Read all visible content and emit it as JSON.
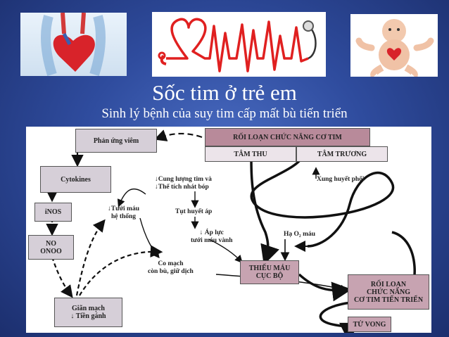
{
  "title": "Sốc tim ở trẻ em",
  "subtitle": "Sinh lý bệnh của suy tim cấp mất bù tiến triển",
  "images": {
    "left": "heart-anatomy-illustration",
    "center": "stethoscope-heartbeat-ecg",
    "right": "infant-with-heart-illustration"
  },
  "colors": {
    "background": "#2f4c9e",
    "box_light": "#d6cfd8",
    "box_dark": "#b88a9a",
    "ecg_red": "#e02020"
  },
  "diagram": {
    "phan_ung_viem": "Phản ứng viêm",
    "cytokines": "Cytokines",
    "inos": "iNOS",
    "no": "NO",
    "onoo": "ONOO",
    "gian_mach": "Giãn mạch",
    "tien_ganh": "↓ Tiền gánh",
    "roi_loan_co_tim": "RỐI LOẠN CHỨC NĂNG CƠ TIM",
    "tam_thu": "TÂM THU",
    "tam_truong": "TÂM TRƯƠNG",
    "cung_luong_1": "↓Cung lượng tim và",
    "cung_luong_2": "↓Thể tích nhát bóp",
    "tuoi_mau_1": "↓Tưới máu",
    "tuoi_mau_2": "hệ thống",
    "tut_huyet_ap": "Tụt huyết áp",
    "ap_luc_1": "↓ Áp lực",
    "ap_luc_2": "tưới máu vành",
    "co_mach_1": "Co mạch",
    "co_mach_2": "còn bù, giữ dịch",
    "xung_huyet_phoi": "Xung huyết phổi",
    "ha_o2": "Hạ O₂ máu",
    "thieu_mau_1": "THIẾU MÁU",
    "thieu_mau_2": "CỤC BỘ",
    "roi_loan_tien_trien_1": "RỐI LOẠN",
    "roi_loan_tien_trien_2": "CHỨC NĂNG",
    "roi_loan_tien_trien_3": "CƠ TIM TIẾN TRIỂN",
    "tu_vong": "TỬ VONG"
  }
}
